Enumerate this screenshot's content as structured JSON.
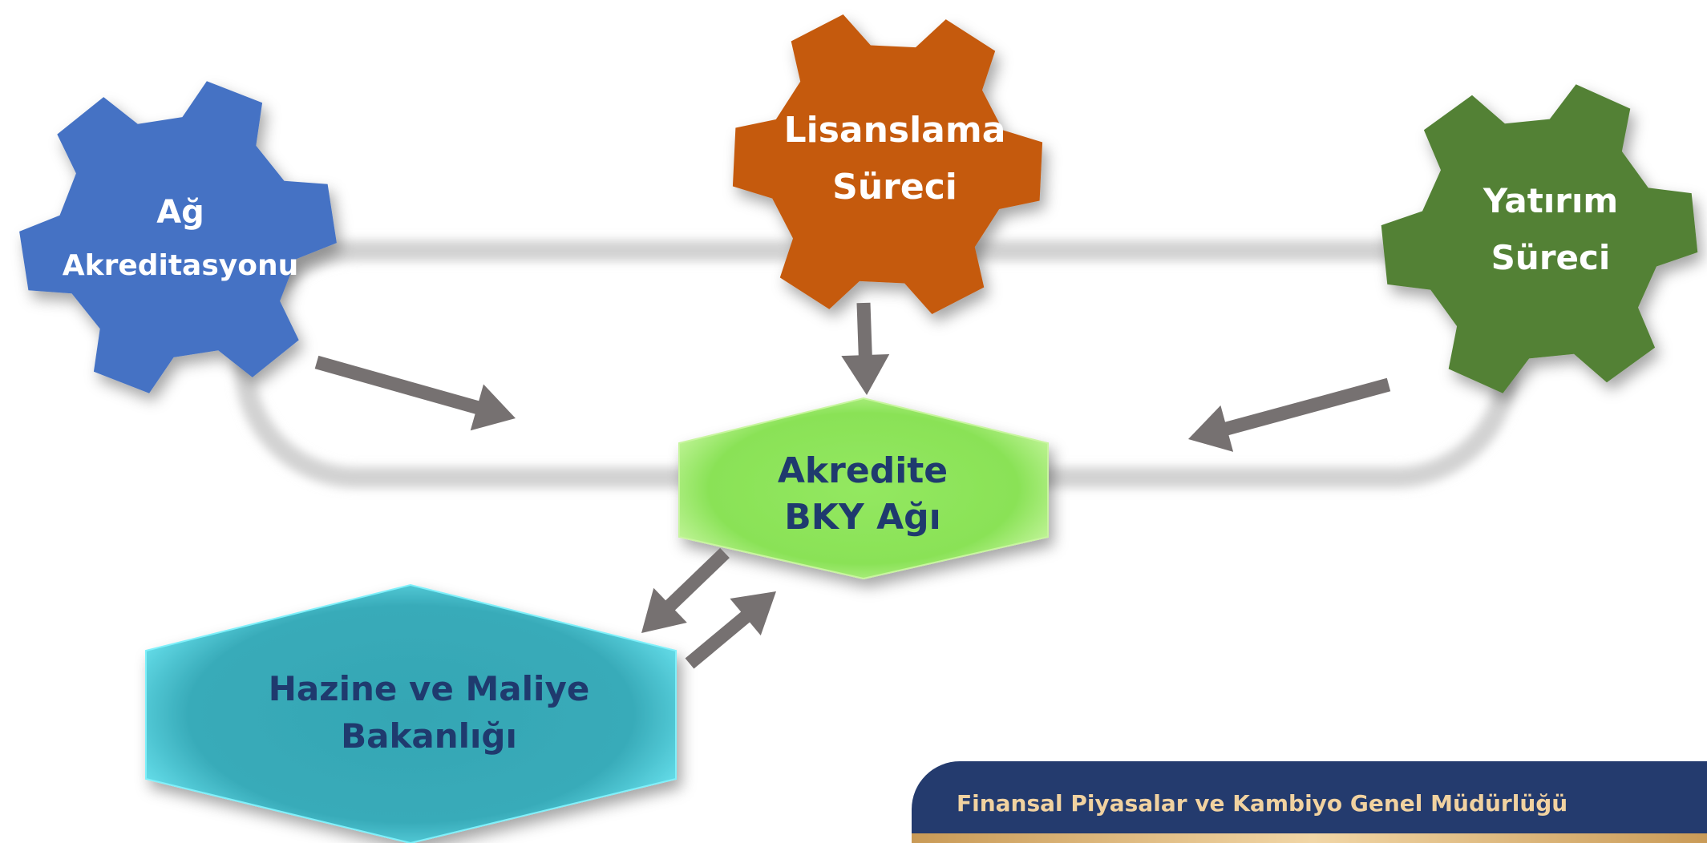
{
  "nodes": {
    "ag_akreditasyonu": {
      "line1": "Ağ",
      "line2": "Akreditasyonu",
      "color": "#4472c4"
    },
    "lisanslama": {
      "line1": "Lisanslama",
      "line2": "Süreci",
      "color": "#c55a11"
    },
    "yatirim": {
      "line1": "Yatırım",
      "line2": "Süreci",
      "color": "#538135"
    },
    "akredite": {
      "line1": "Akredite",
      "line2": "BKY Ağı",
      "color": "#8ee65c"
    },
    "hazine": {
      "line1": "Hazine ve Maliye",
      "line2": "Bakanlığı",
      "color": "#36a9b8"
    }
  },
  "footer": {
    "text": "Finansal Piyasalar ve Kambiyo Genel Müdürlüğü"
  },
  "colors": {
    "arrow": "#767171",
    "label_dark": "#1f3a6e",
    "label_light": "#ffffff",
    "footer_bg": "#243b6e"
  }
}
